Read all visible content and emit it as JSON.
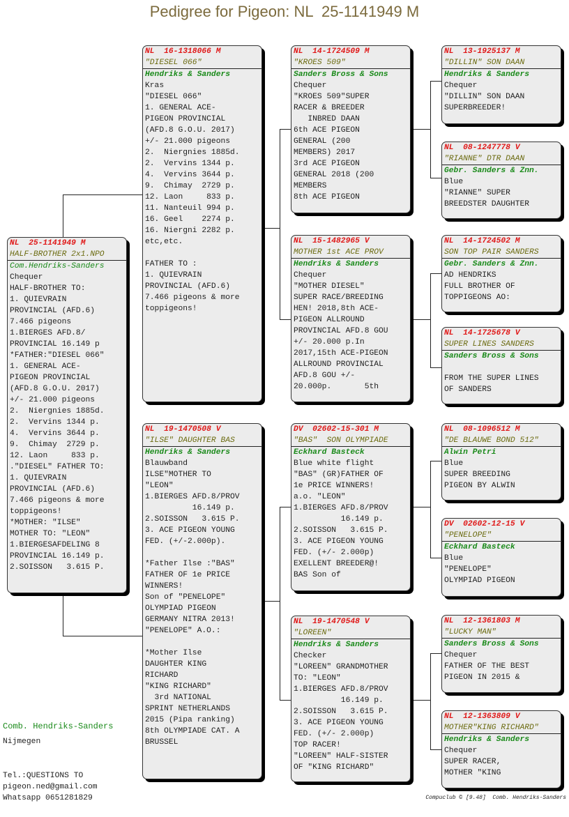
{
  "title": "Pedigree for Pigeon: NL  25-1141949 M",
  "pigeons": [
    {
      "ring": "NL  25-1141949 M",
      "name": "HALF-BROTHER 2x1.NPO",
      "breeder": "Com.Hendriks-Sanders",
      "lines": [
        "Chequer",
        "HALF-BROTHER TO:",
        "1. QUIEVRAIN",
        "PROVINCIAL (AFD.6)",
        "7.466 pigeons",
        "1.BIERGES AFD.8/",
        "PROVINCIAL 16.149 p",
        "*FATHER:\"DIESEL 066\"",
        "1. GENERAL ACE-",
        "PIGEON PROVINCIAL",
        "(AFD.8 G.O.U. 2017)",
        "+/- 21.000 pigeons",
        "2.  Niergnies 1885d.",
        "2.  Vervins 1344 p.",
        "4.  Vervins 3644 p.",
        "9.  Chimay  2729 p.",
        "12. Laon     833 p.",
        ".\"DIESEL\" FATHER TO:",
        "1. QUIEVRAIN",
        "PROVINCIAL (AFD.6)",
        "7.466 pigeons & more",
        "toppigeons!",
        "*MOTHER: \"ILSE\"",
        "MOTHER TO: \"LEON\"",
        "1.BIERGESAFDELING 8",
        "PROVINCIAL 16.149 p.",
        "2.SOISSON   3.615 P."
      ]
    },
    {
      "ring": "NL  16-1318066 M",
      "name": "\"DIESEL 066\"",
      "breeder": "Hendriks & Sanders",
      "lines": [
        "Kras",
        "\"DIESEL 066\"",
        "1. GENERAL ACE-",
        "PIGEON PROVINCIAL",
        "(AFD.8 G.O.U. 2017)",
        "+/- 21.000 pigeons",
        "2.  Niergnies 1885d.",
        "2.  Vervins 1344 p.",
        "4.  Vervins 3644 p.",
        "9.  Chimay  2729 p.",
        "12. Laon     833 p.",
        "11. Nanteuil 994 p.",
        "16. Geel    2274 p.",
        "16. Niergni 2282 p.",
        "etc,etc.",
        "",
        "FATHER TO :",
        "1. QUIEVRAIN",
        "PROVINCIAL (AFD.6)",
        "7.466 pigeons & more",
        "toppigeons!"
      ]
    },
    {
      "ring": "NL  19-1470508 V",
      "name": "\"ILSE\" DAUGHTER BAS",
      "breeder": "Hendriks & Sanders",
      "lines": [
        "Blauwband",
        "ILSE\"MOTHER TO",
        "\"LEON\"",
        "1.BIERGES AFD.8/PROV",
        "          16.149 p.",
        "2.SOISSON   3.615 P.",
        "3. ACE PIGEON YOUNG",
        "FED. (+/-2.000p).",
        "",
        "*Father Ilse :\"BAS\"",
        "FATHER OF 1e PRICE",
        "WINNERS!",
        "Son of \"PENELOPE\"",
        "OLYMPIAD PIGEON",
        "GERMANY NITRA 2013!",
        "\"PENELOPE\" A.O.:",
        "",
        "*Mother Ilse",
        "DAUGHTER KING",
        "RICHARD",
        "\"KING RICHARD\"",
        "  3rd NATIONAL",
        "SPRINT NETHERLANDS",
        "2015 (Pipa ranking)",
        "8th OLYMPIADE CAT. A",
        "BRUSSEL"
      ]
    },
    {
      "ring": "NL  14-1724509 M",
      "name": "\"KROES 509\"",
      "breeder": "Sanders Bross & Sons",
      "lines": [
        "Chequer",
        "\"KROES 509\"SUPER",
        "RACER & BREEDER",
        "   INBRED DAAN",
        "6th ACE PIGEON",
        "GENERAL (200",
        "MEMBERS) 2017",
        "3rd ACE PIGEON",
        "GENERAL 2018 (200",
        "MEMBERS",
        "8th ACE PIGEON"
      ]
    },
    {
      "ring": "NL  15-1482965 V",
      "name": "MOTHER 1st ACE PROV",
      "breeder": "Hendriks & Sanders",
      "lines": [
        "Chequer",
        "\"MOTHER DIESEL\"",
        "SUPER RACE/BREEDING",
        "HEN! 2018,8th ACE-",
        "PIGEON ALLROUND",
        "PROVINCIAL AFD.8 GOU",
        "+/- 20.000 p.In",
        "2017,15th ACE-PIGEON",
        "ALLROUND PROVINCIAL",
        "AFD.8 GOU +/-",
        "20.000p.       5th"
      ]
    },
    {
      "ring": "DV  02602-15-301 M",
      "name": "\"BAS\"  SON OLYMPIADE",
      "breeder": "Eckhard Basteck",
      "lines": [
        "Blue white flight",
        "\"BAS\" (GR)FATHER OF",
        "1e PRICE WINNERS!",
        "a.o. \"LEON\"",
        "1.BIERGES AFD.8/PROV",
        "          16.149 p.",
        "2.SOISSON   3.615 P.",
        "3. ACE PIGEON YOUNG",
        "FED. (+/- 2.000p)",
        "EXELLENT BREEDER@!",
        "BAS Son of"
      ]
    },
    {
      "ring": "NL  19-1470548 V",
      "name": "\"LOREEN\"",
      "breeder": "Hendriks & Sanders",
      "lines": [
        "Checker",
        "\"LOREEN\" GRANDMOTHER",
        "TO: \"LEON\"",
        "1.BIERGES AFD.8/PROV",
        "          16.149 p.",
        "2.SOISSON   3.615 P.",
        "3. ACE PIGEON YOUNG",
        "FED. (+/- 2.000p)",
        "TOP RACER!",
        "\"LOREEN\" HALF-SISTER",
        "OF \"KING RICHARD\""
      ]
    },
    {
      "ring": "NL  13-1925137 M",
      "name": "\"DILLIN\" SON DAAN",
      "breeder": "Hendriks & Sanders",
      "lines": [
        "Chequer",
        "\"DILLIN\" SON DAAN",
        "SUPERBREEDER!"
      ]
    },
    {
      "ring": "NL  08-1247778 V",
      "name": "\"RIANNE\" DTR DAAN",
      "breeder": "Gebr. Sanders & Znn.",
      "lines": [
        "Blue",
        "\"RIANNE\" SUPER",
        "BREEDSTER DAUGHTER"
      ]
    },
    {
      "ring": "NL  14-1724502 M",
      "name": "SON TOP PAIR SANDERS",
      "breeder": "Gebr. Sanders & Znn.",
      "lines": [
        "AD HENDRIKS",
        "FULL BROTHER OF",
        "TOPPIGEONS AO:"
      ]
    },
    {
      "ring": "NL  14-1725678 V",
      "name": "SUPER LINES SANDERS",
      "breeder": "Sanders Bross & Sons",
      "lines": [
        "",
        "FROM THE SUPER LINES",
        "OF SANDERS"
      ]
    },
    {
      "ring": "NL  08-1096512 M",
      "name": "\"DE BLAUWE BOND 512\"",
      "breeder": "Alwin Petri",
      "lines": [
        "Blue",
        "SUPER BREEDING",
        "PIGEON BY ALWIN"
      ]
    },
    {
      "ring": "DV  02602-12-15 V",
      "name": "\"PENELOPE\"",
      "breeder": "Eckhard Basteck",
      "lines": [
        "Blue",
        "\"PENELOPE\"",
        "OLYMPIAD PIGEON"
      ]
    },
    {
      "ring": "NL  12-1361803 M",
      "name": "\"LUCKY MAN\"",
      "breeder": "Sanders Bross & Sons",
      "lines": [
        "Chequer",
        "FATHER OF THE BEST",
        "PIGEON IN 2015 &"
      ]
    },
    {
      "ring": "NL  12-1363809 V",
      "name": "MOTHER\"KING RICHARD\"",
      "breeder": "Hendriks & Sanders",
      "lines": [
        "Chequer",
        "SUPER RACER,",
        "MOTHER \"KING"
      ]
    }
  ],
  "footer": {
    "breeder": "Comb. Hendriks-Sanders",
    "city": "Nijmegen",
    "contact": [
      "Tel.:QUESTIONS TO",
      "pigeon.ned@gmail.com",
      "Whatsapp 0651281829"
    ],
    "credit": "Compuclub © [9.48]  Comb. Hendriks-Sanders"
  }
}
